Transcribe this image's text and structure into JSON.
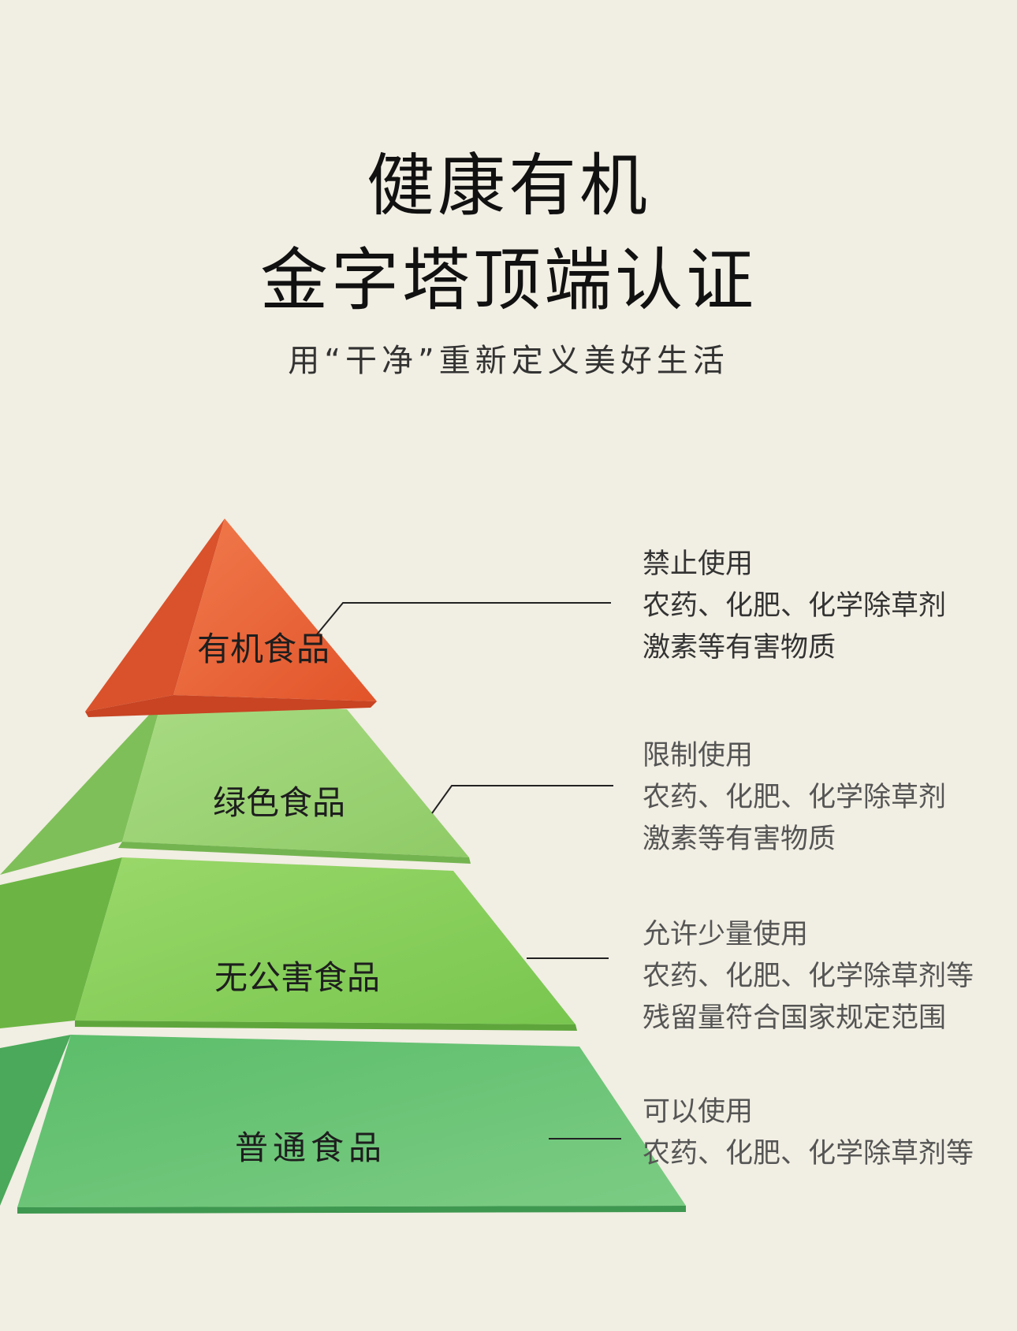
{
  "header": {
    "title_line1": "健康有机",
    "title_line2": "金字塔顶端认证",
    "subtitle": "用“干净”重新定义美好生活"
  },
  "tiers": [
    {
      "label": "有机食品",
      "desc": [
        "禁止使用",
        "农药、化肥、化学除草剂",
        "激素等有害物质"
      ],
      "color": "#ee6a3c"
    },
    {
      "label": "绿色食品",
      "desc": [
        "限制使用",
        "农药、化肥、化学除草剂",
        "激素等有害物质"
      ],
      "color": "#9fd577"
    },
    {
      "label": "无公害食品",
      "desc": [
        "允许少量使用",
        "农药、化肥、化学除草剂等",
        "残留量符合国家规定范围"
      ],
      "color": "#8bd15d"
    },
    {
      "label": "普通食品",
      "desc": [
        "可以使用",
        "农药、化肥、化学除草剂等"
      ],
      "color": "#62c073"
    }
  ]
}
